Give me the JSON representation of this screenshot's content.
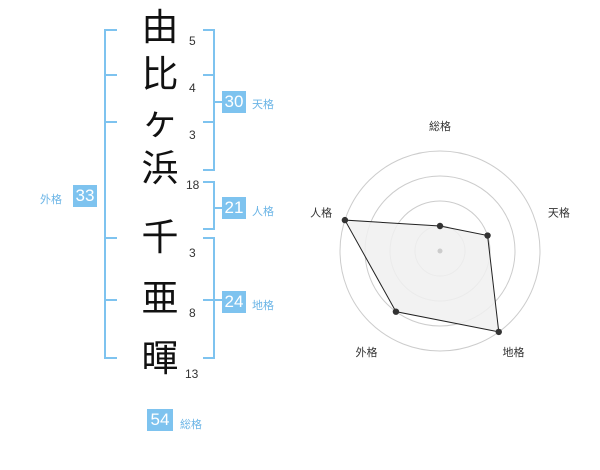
{
  "name": {
    "characters": [
      {
        "char": "由",
        "strokes": "5"
      },
      {
        "char": "比",
        "strokes": "4"
      },
      {
        "char": "ヶ",
        "strokes": "3"
      },
      {
        "char": "浜",
        "strokes": "18"
      },
      {
        "char": "千",
        "strokes": "3"
      },
      {
        "char": "亜",
        "strokes": "8"
      },
      {
        "char": "暉",
        "strokes": "13"
      }
    ]
  },
  "fortune": {
    "tenkaku": {
      "value": "30",
      "label": "天格"
    },
    "jinkaku": {
      "value": "21",
      "label": "人格"
    },
    "chikaku": {
      "value": "24",
      "label": "地格"
    },
    "gaikaku": {
      "value": "33",
      "label": "外格"
    },
    "soukaku": {
      "value": "54",
      "label": "総格"
    }
  },
  "radar": {
    "axes": [
      "総格",
      "天格",
      "地格",
      "外格",
      "人格"
    ],
    "levels": 4,
    "values": [
      1,
      2,
      4,
      3,
      4
    ],
    "colors": {
      "fill": "#f0f0f0",
      "line": "#222222",
      "grid": "#cccccc",
      "point": "#333333"
    }
  },
  "accent_color": "#7ec3ef"
}
